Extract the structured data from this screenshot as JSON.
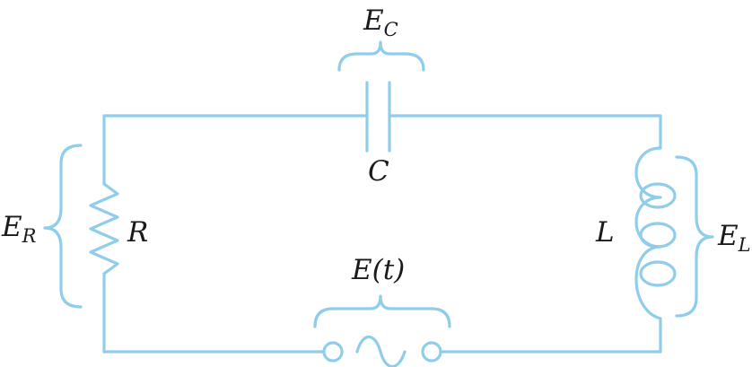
{
  "labels": {
    "capacitor_voltage": {
      "main": "E",
      "sub": "C"
    },
    "capacitor": "C",
    "resistor_voltage": {
      "main": "E",
      "sub": "R"
    },
    "resistor": "R",
    "inductor": "L",
    "inductor_voltage": {
      "main": "E",
      "sub": "L"
    },
    "source": "E(t)"
  },
  "colors": {
    "wire": "#8fcdea",
    "text": "#1a1a1a"
  }
}
